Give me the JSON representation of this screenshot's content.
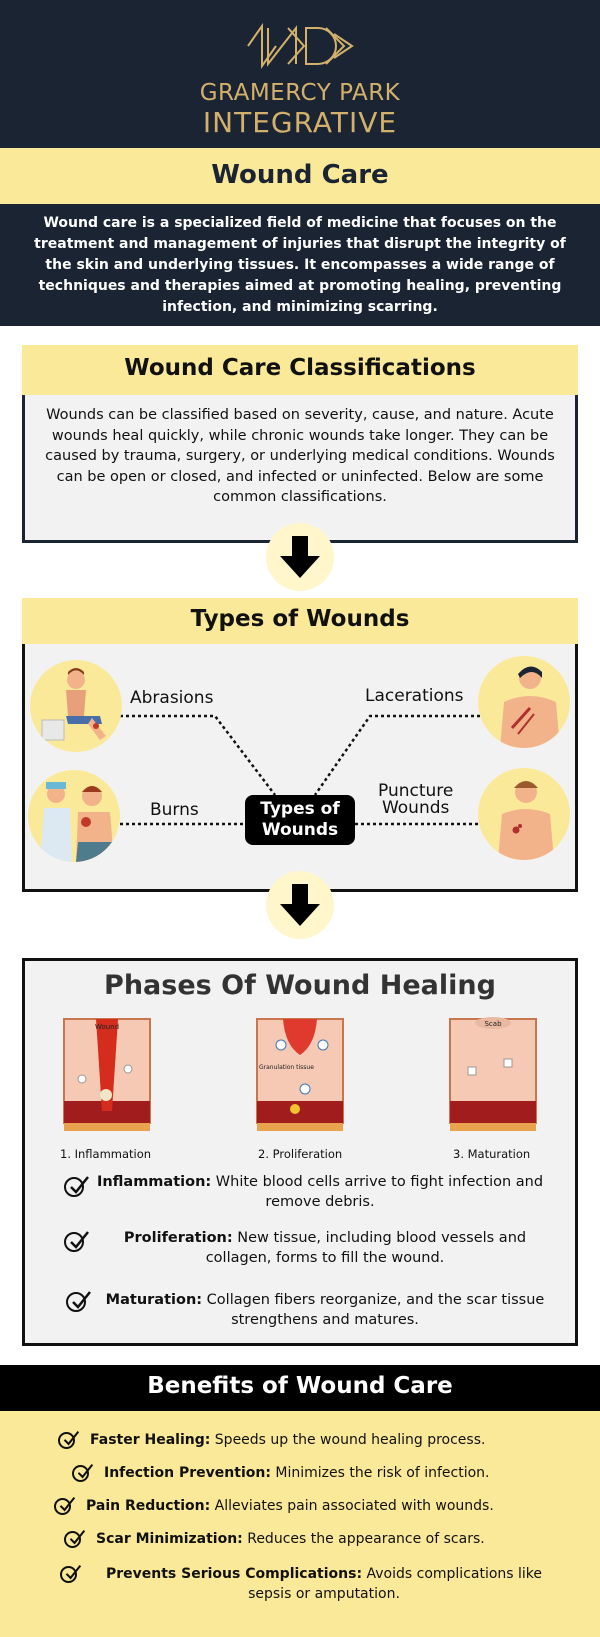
{
  "header": {
    "brand_line1": "GRAMERCY PARK",
    "brand_line2": "INTEGRATIVE",
    "brand_color": "#d4b16a",
    "logo_icon": "logo-monogram-icon"
  },
  "wound_care": {
    "title": "Wound Care",
    "intro": "Wound care is a specialized field of medicine that focuses on the treatment and management of injuries that disrupt the integrity of the skin and underlying tissues. It encompasses a wide range of techniques and therapies aimed at promoting healing, preventing infection, and minimizing scarring."
  },
  "classifications": {
    "title": "Wound Care Classifications",
    "body": "Wounds can be classified based on severity, cause, and nature. Acute wounds heal quickly, while chronic wounds take longer. They can be caused by trauma, surgery, or underlying medical conditions. Wounds can be open or closed, and infected or uninfected. Below are some common classifications."
  },
  "types": {
    "title": "Types of Wounds",
    "center_line1": "Types of",
    "center_line2": "Wounds",
    "abrasions": "Abrasions",
    "lacerations": "Lacerations",
    "burns": "Burns",
    "puncture_line1": "Puncture",
    "puncture_line2": "Wounds"
  },
  "phases": {
    "title": "Phases Of Wound Healing",
    "img_label_wound": "Wound",
    "img_label_granulation": "Granulation tissue",
    "img_label_scab": "Scab",
    "captions": [
      "1. Inflammation",
      "2. Proliferation",
      "3. Maturation"
    ],
    "items": [
      {
        "term": "Inflammation:",
        "text": " White blood cells arrive to fight infection and remove debris."
      },
      {
        "term": "Proliferation:",
        "text": " New tissue, including blood vessels and collagen, forms to fill the wound."
      },
      {
        "term": "Maturation:",
        "text": " Collagen fibers reorganize, and the scar tissue strengthens and matures."
      }
    ]
  },
  "benefits": {
    "title": "Benefits of Wound Care",
    "items": [
      {
        "term": "Faster Healing:",
        "text": " Speeds up the wound healing process."
      },
      {
        "term": "Infection Prevention:",
        "text": " Minimizes the risk of infection."
      },
      {
        "term": "Pain Reduction:",
        "text": " Alleviates pain associated with wounds."
      },
      {
        "term": "Scar Minimization:",
        "text": " Reduces the appearance of scars."
      },
      {
        "term": "Prevents Serious Complications:",
        "text": " Avoids complications like sepsis or amputation."
      }
    ]
  },
  "colors": {
    "navy": "#1b2433",
    "yellow": "#fbe99a",
    "gold": "#d4b16a",
    "panel": "#f2f2f2"
  }
}
